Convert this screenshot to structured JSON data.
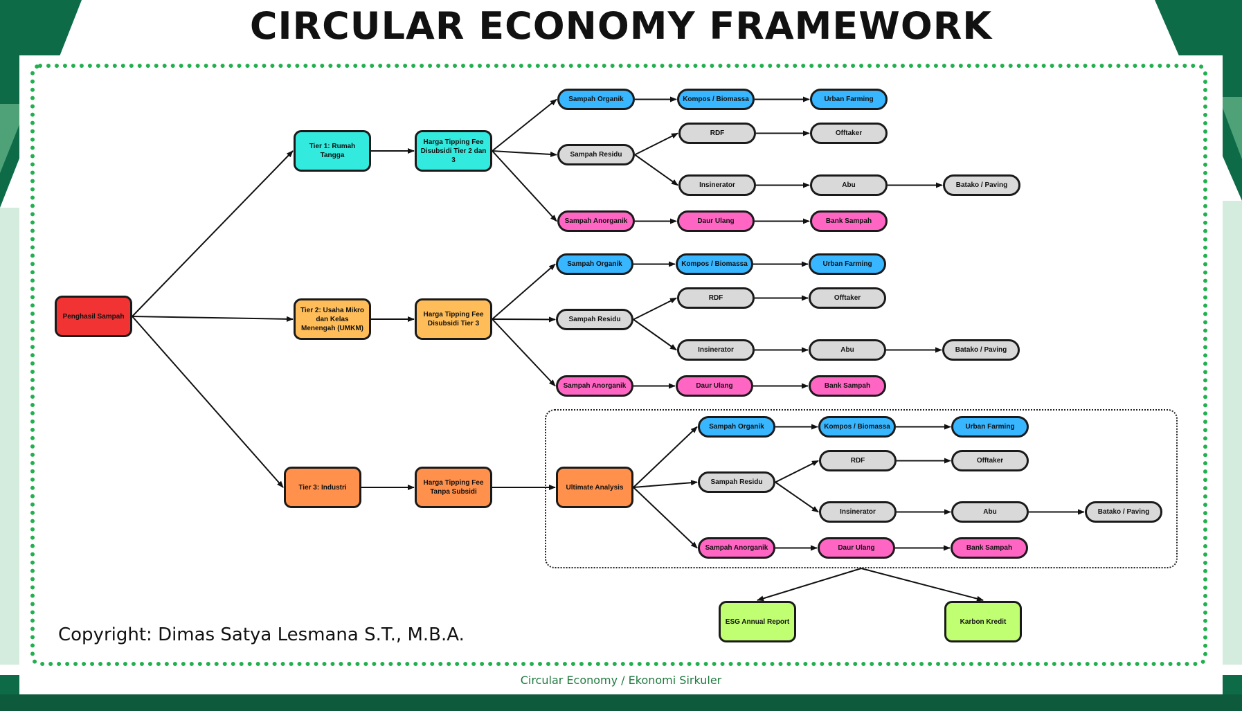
{
  "title": "CIRCULAR ECONOMY FRAMEWORK",
  "copyright": "Copyright: Dimas Satya Lesmana S.T., M.B.A.",
  "footer": "Circular Economy / Ekonomi Sirkuler",
  "colors": {
    "frame_border": "#22b04f",
    "background_green_dark": "#0d6b48",
    "background_green_light": "#2faa6a",
    "source": "#f23333",
    "tier1": "#33eadf",
    "tier2": "#ffbd59",
    "tier3": "#ff914d",
    "organik": "#38b6ff",
    "residu": "#d9d9d9",
    "anorganik": "#ff66c4",
    "reporting": "#c1ff72"
  },
  "nodes": {
    "source": "Penghasil Sampah",
    "tier1": {
      "tier": "Tier 1: Rumah Tangga",
      "fee": "Harga Tipping Fee Disubsidi Tier 2 dan 3",
      "organik": "Sampah Organik",
      "kompos": "Kompos / Biomassa",
      "urban": "Urban Farming",
      "residu": "Sampah Residu",
      "rdf": "RDF",
      "offtaker": "Offtaker",
      "insinerator": "Insinerator",
      "abu": "Abu",
      "batako": "Batako / Paving",
      "anorganik": "Sampah Anorganik",
      "daur": "Daur Ulang",
      "bank": "Bank Sampah"
    },
    "tier2": {
      "tier": "Tier 2: Usaha Mikro dan Kelas Menengah (UMKM)",
      "fee": "Harga Tipping Fee Disubsidi Tier 3",
      "organik": "Sampah Organik",
      "kompos": "Kompos / Biomassa",
      "urban": "Urban Farming",
      "residu": "Sampah Residu",
      "rdf": "RDF",
      "offtaker": "Offtaker",
      "insinerator": "Insinerator",
      "abu": "Abu",
      "batako": "Batako / Paving",
      "anorganik": "Sampah Anorganik",
      "daur": "Daur Ulang",
      "bank": "Bank Sampah"
    },
    "tier3": {
      "tier": "Tier 3: Industri",
      "fee": "Harga Tipping Fee Tanpa Subsidi",
      "analysis": "Ultimate Analysis",
      "organik": "Sampah Organik",
      "kompos": "Kompos / Biomassa",
      "urban": "Urban Farming",
      "residu": "Sampah Residu",
      "rdf": "RDF",
      "offtaker": "Offtaker",
      "insinerator": "Insinerator",
      "abu": "Abu",
      "batako": "Batako / Paving",
      "anorganik": "Sampah Anorganik",
      "daur": "Daur Ulang",
      "bank": "Bank Sampah",
      "esg": "ESG Annual Report",
      "karbon": "Karbon Kredit"
    }
  }
}
